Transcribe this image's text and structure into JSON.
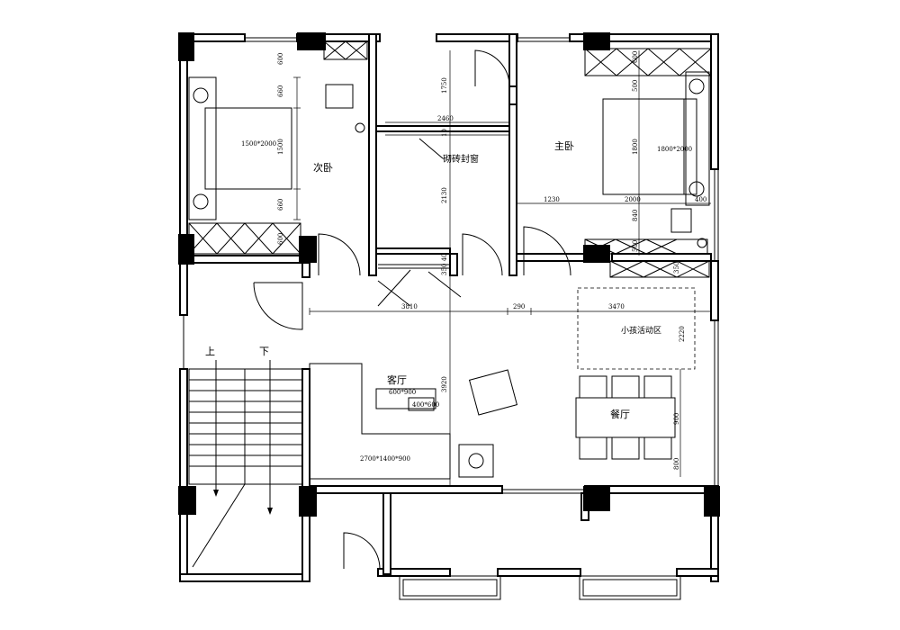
{
  "rooms": {
    "second_bedroom": "次卧",
    "master_bedroom": "主卧",
    "living_room": "客厅",
    "dining_room": "餐厅",
    "kids_area": "小孩活动区",
    "brick_window": "砌砖封窗"
  },
  "stairs": {
    "up": "上",
    "down": "下"
  },
  "furniture": {
    "bed_second": "1500*2000",
    "bed_master": "1800*2000",
    "living_table": "600*900",
    "side_table": "400*600",
    "sofa": "2700*1400*900"
  },
  "dimensions": {
    "d600a": "600",
    "d660a": "660",
    "d1500": "1500",
    "d660b": "660",
    "d600b": "600",
    "d1750": "1750",
    "d2460": "2460",
    "d2130": "2130",
    "d600c": "600",
    "d500a": "500",
    "d1800": "1800",
    "d840": "840",
    "d500b": "500",
    "d1230": "1230",
    "d2000": "2000",
    "d400": "400",
    "d350": "350",
    "d3810": "3810",
    "d290": "290",
    "d3470": "3470",
    "d2220": "2220",
    "d3920": "3920",
    "d900": "900",
    "d800": "800",
    "d10": "10",
    "d0340": "350 40"
  }
}
